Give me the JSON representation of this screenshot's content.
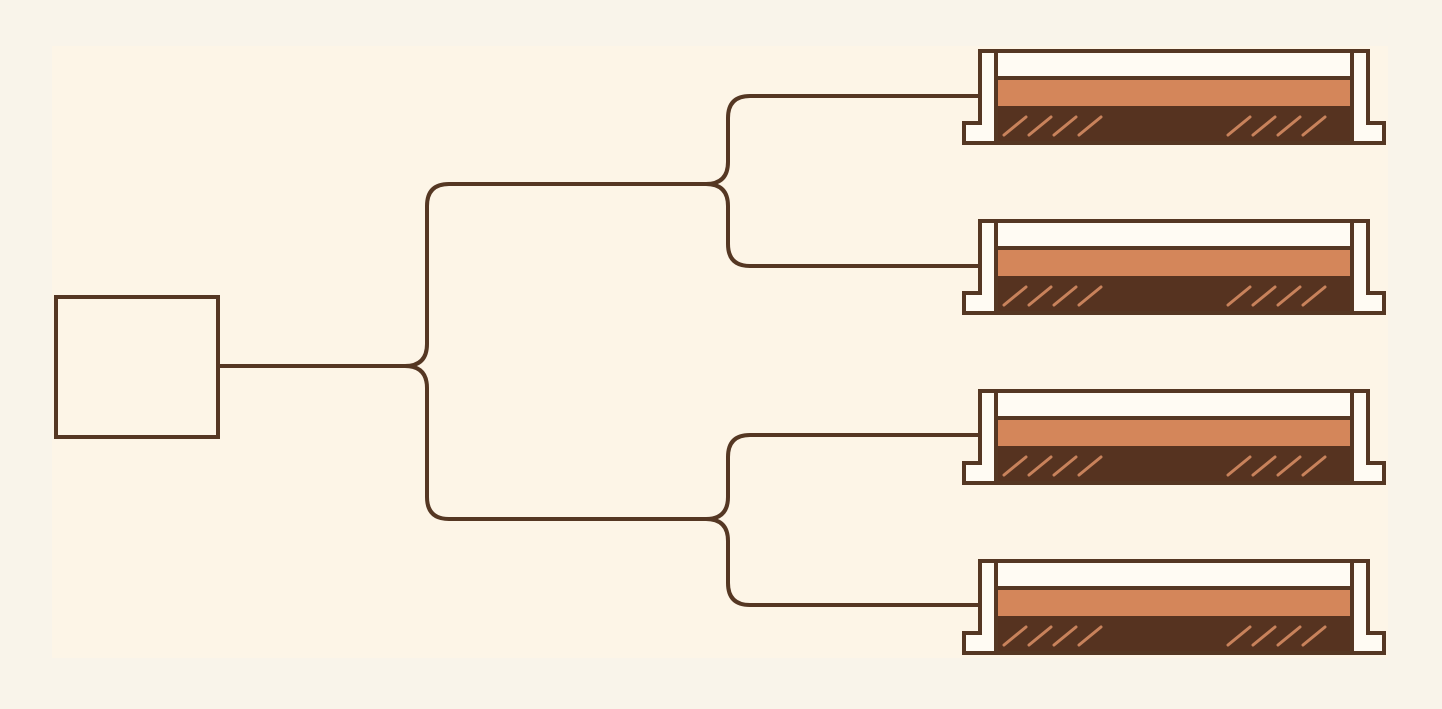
{
  "colors": {
    "page_background": "#f9f4ea",
    "panel_background": "#fdf5e7",
    "stroke": "#553723",
    "tray_fill": "#fffbf3",
    "layer_orange": "#d4865a",
    "layer_dark": "#563320",
    "hatch": "#c8825b"
  },
  "diagram": {
    "root": {
      "label": "",
      "icon": "empty-square"
    },
    "branches": [
      {
        "name": "upper",
        "leaves": [
          "tray",
          "tray"
        ]
      },
      {
        "name": "lower",
        "leaves": [
          "tray",
          "tray"
        ]
      }
    ],
    "leaf_icon": "layered-tray-icon"
  }
}
